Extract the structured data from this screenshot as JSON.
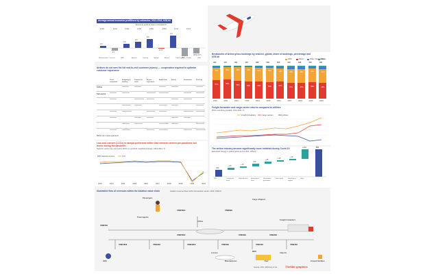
{
  "colors": {
    "navy": "#3a4fa0",
    "red": "#e23a2f",
    "orange": "#f2a534",
    "blue": "#4a7bc9",
    "teal": "#2aa3a0",
    "yellow": "#f6c23a",
    "green": "#6ab04c",
    "gray": "#9aa0a6"
  },
  "panel1": {
    "title": "Average annual economic profit/loss by subsector, 2012-2019, US$ bil",
    "legend": "Economic profit as share of invested %",
    "shares": [
      "1.5%",
      "-0.1%",
      "4.4%",
      "1.9%",
      "2.8%",
      "-0.5%",
      "1.1%",
      "0.1%"
    ],
    "values": [
      "3.0",
      "-3.1",
      "3.0",
      "4.5",
      "6.5",
      "-17.9",
      "2.0",
      "-8.7",
      "(5.5)-(4.7)"
    ],
    "categories": [
      "Manufacturers",
      "Lessors",
      "MRO",
      "Airports",
      "Catering",
      "Ground",
      "Airlines",
      "Travel agents",
      "Freight",
      "GDS"
    ]
  },
  "panel2": {
    "title": "Breakdown of airline gross bookings by channel, global, share of bookings, percentage and US$ bil",
    "legend": [
      "GDS",
      "Direct",
      "Other intermediaries",
      "NDC"
    ],
    "totals": [
      "424",
      "447",
      "461",
      "470",
      "485",
      "505",
      "520",
      "512",
      "490",
      "597",
      "561"
    ],
    "years": [
      "2010",
      "2011",
      "2012",
      "2013",
      "2014",
      "2015",
      "2016",
      "2017",
      "2018",
      "2019",
      "2020"
    ],
    "gds": [
      "57%",
      "58%",
      "55%",
      "53%",
      "52%",
      "50%",
      "52%",
      "47%",
      "47%",
      "49%",
      "48%"
    ],
    "direct": [
      "37%",
      "38%",
      "40%",
      "42%",
      "42%",
      "43%",
      "40%",
      "43%",
      "43%",
      "42%",
      "42%"
    ]
  },
  "panel3": {
    "title": "Airlines do not own the full end-to-end customer journey — cooperation required to optimize customer experience",
    "columns": [
      "Travel inspiration",
      "Shopping & booking",
      "Prepare for travel",
      "Airport experience",
      "Board & fly",
      "Arrival",
      "Destination",
      "Post-trip"
    ],
    "rows": [
      "Airline",
      "Sub-sector"
    ],
    "note": "MROs are engine operators"
  },
  "panel4": {
    "title": "Freight forwarder and cargo carrier returns compared to airlines",
    "subtitle": "ROIC excluding goodwill, 2012-2021, %",
    "legend": [
      "Freight forwarders",
      "Cargo carriers",
      "Airlines"
    ]
  },
  "panel5": {
    "title": "Low-cost carriers (LCCs) in sample performed better than network carriers pre-pandemic but worse during the pandemic",
    "subtitle": "Network versus low-cost carrier ROIC ex goodwill, weighted average, 2012-2021, %",
    "legend": [
      "Network carriers",
      "LCC"
    ],
    "years": [
      "2012",
      "2013",
      "2014",
      "2015",
      "2016",
      "2017",
      "2018",
      "2019",
      "2020",
      "2021"
    ]
  },
  "panel6": {
    "title": "The airline industry became significantly more indebted during Covid-19",
    "subtitle": "Estimated change in global airline sector debt, US$ bil",
    "values": [
      "340",
      "+25",
      "+15",
      "+50",
      "+35",
      "+15",
      "+15",
      "+220"
    ],
    "end": "651",
    "categories": [
      "2019",
      "Commercial loans",
      "Deferred taxes",
      "Government loans",
      "Government guarantees",
      "State equity",
      "Government support",
      "Other"
    ]
  },
  "panel7": {
    "title": "Illustrative flow of revenues within the aviation value chain",
    "subtitle": "Aviation revenue flows within the aviation sector, 2019, US$ bil",
    "labels": [
      "Passengers",
      "Cargo shippers",
      "Travel agents",
      "Airline",
      "Freight forwarders",
      "Lessors",
      "Manufacturers",
      "MRO",
      "Airports",
      "Ground handlers",
      "Fuel",
      "GDS"
    ],
    "amounts": [
      "US$240bil",
      "US$29bil",
      "US$37bil",
      "US$379bil",
      "US$43bil",
      "US$118bil",
      "US$44bil",
      "US$190bil",
      "US$19bil",
      "US$31bil",
      "US$13bil",
      "US$18bil"
    ]
  },
  "footer": {
    "source": "Source: IATA, McKinsey & Co",
    "logo": "TheStar graphics"
  }
}
